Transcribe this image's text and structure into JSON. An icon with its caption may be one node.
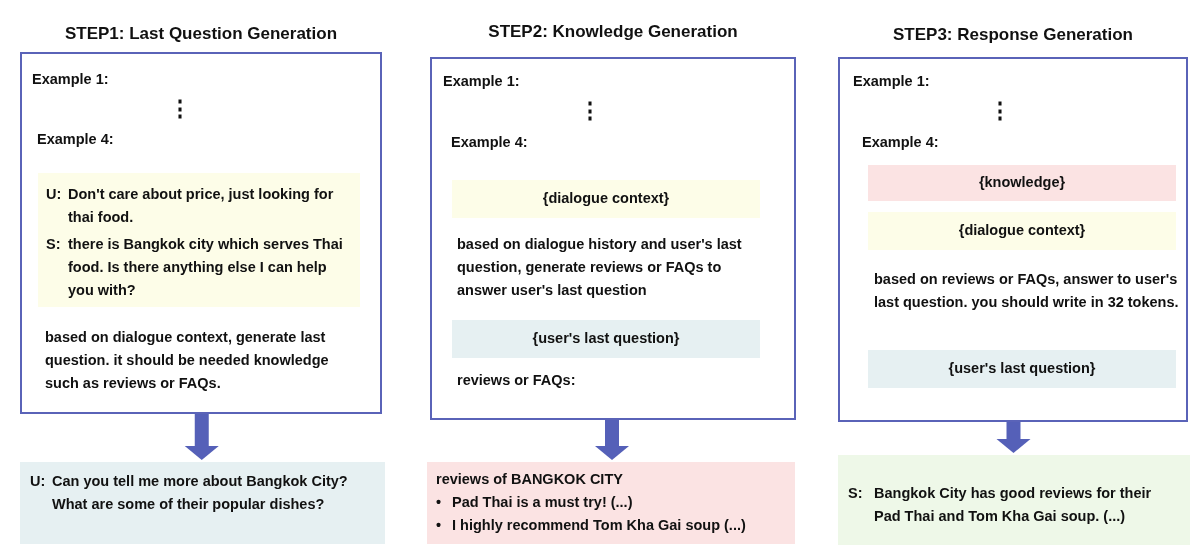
{
  "diagram": {
    "nodes": [
      {
        "text": [
          "STEP1: Last Question Generation",
          "Example 1:",
          "⋮",
          "Example 4:",
          "based on dialogue context, generate last question. it should be needed knowledge such as reviews or FAQs."
        ]
      },
      {
        "text": [
          "U:",
          "Don't care about price, just looking for thai food.",
          "S:",
          "there is Bangkok city which serves Thai food. Is there anything else I can help you with?"
        ],
        "in": 0
      },
      {
        "text": [
          "U:",
          "Can you tell me more about Bangkok City? What are some of their popular dishes?"
        ]
      },
      {
        "text": [
          "STEP2: Knowledge Generation",
          "Example 1:",
          "⋮",
          "Example 4:",
          "based on dialogue history and user's last question, generate reviews or FAQs to answer user's last question",
          "reviews or FAQs:"
        ]
      },
      {
        "text": [
          "{dialogue context}"
        ],
        "in": 3
      },
      {
        "text": [
          "{user's last question}"
        ],
        "in": 3
      },
      {
        "text": [
          "reviews of BANGKOK CITY",
          "•",
          "Pad Thai is a must try! (...)",
          "•",
          "I highly recommend Tom Kha Gai soup (...)"
        ]
      },
      {
        "text": [
          "STEP3:  Response Generation",
          "Example 1:",
          "⋮",
          "Example 4:",
          "based on reviews or FAQs, answer to user's last question. you should write in 32 tokens."
        ]
      },
      {
        "text": [
          "{knowledge}"
        ],
        "in": 7
      },
      {
        "text": [
          "{dialogue context}"
        ],
        "in": 7
      },
      {
        "text": [
          "{user's last question}"
        ],
        "in": 7
      },
      {
        "text": [
          "S:",
          "Bangkok City has good reviews for their Pad Thai and Tom Kha Gai soup. (...)"
        ]
      }
    ],
    "edges": [
      {
        "from": 0,
        "to": 2,
        "arrow": "to"
      },
      {
        "from": 3,
        "to": 6,
        "arrow": "to"
      },
      {
        "from": 7,
        "to": 11,
        "arrow": "to"
      }
    ]
  }
}
